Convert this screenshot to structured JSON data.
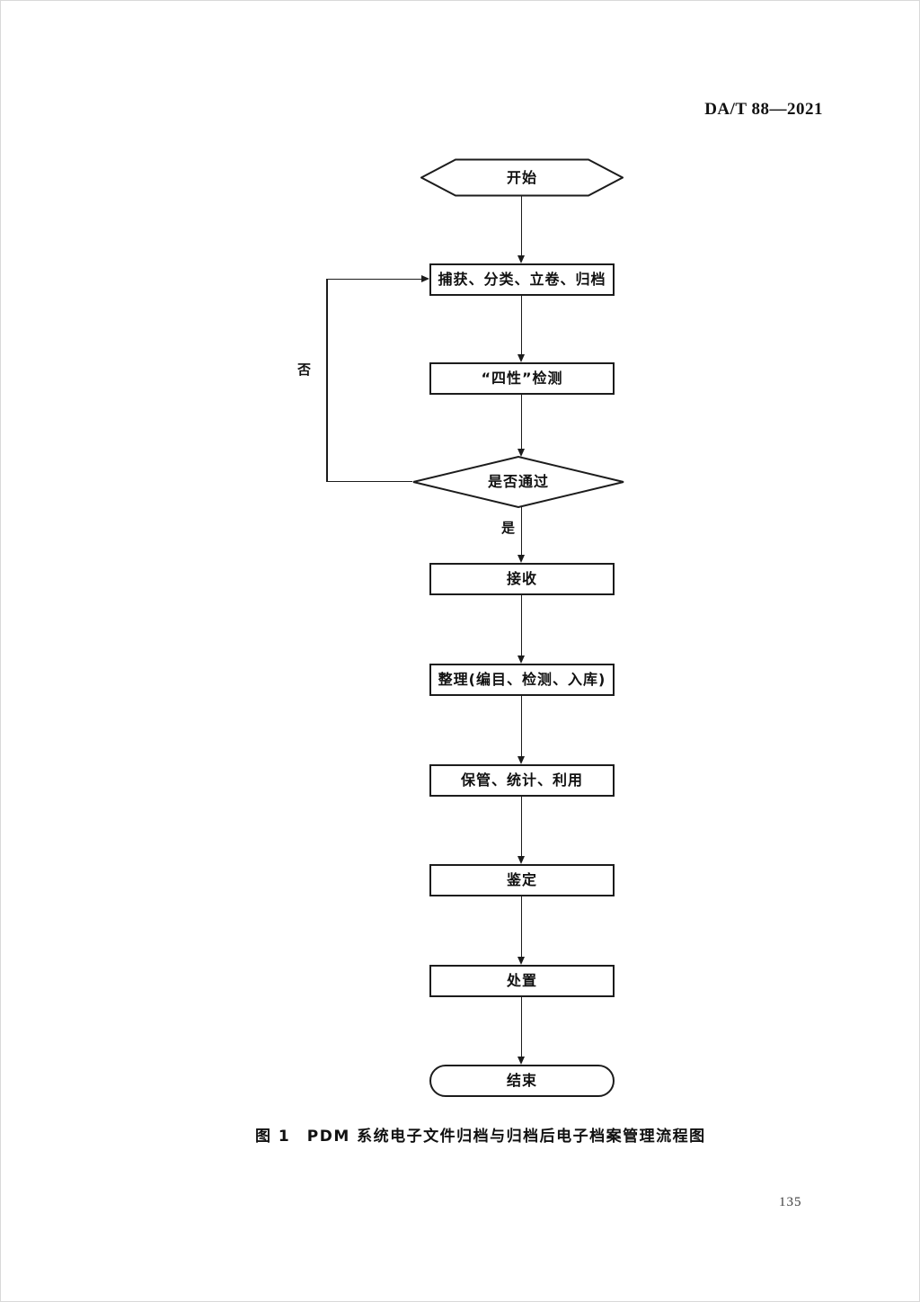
{
  "page": {
    "standard_code": "DA/T 88—2021",
    "caption": "图 1　PDM 系统电子文件归档与归档后电子档案管理流程图",
    "page_number": "135"
  },
  "flowchart": {
    "start_label": "开始",
    "capture_label": "捕获、分类、立卷、归档",
    "check_label": "“四性”检测",
    "decision_label": "是否通过",
    "yes_label": "是",
    "no_label": "否",
    "receive_label": "接收",
    "organize_label": "整理(编目、检测、入库)",
    "keep_label": "保管、统计、利用",
    "appraise_label": "鉴定",
    "dispose_label": "处置",
    "end_label": "结束"
  },
  "colors": {
    "line": "#1c1c1c",
    "text": "#111111",
    "page_background": "#ffffff"
  }
}
